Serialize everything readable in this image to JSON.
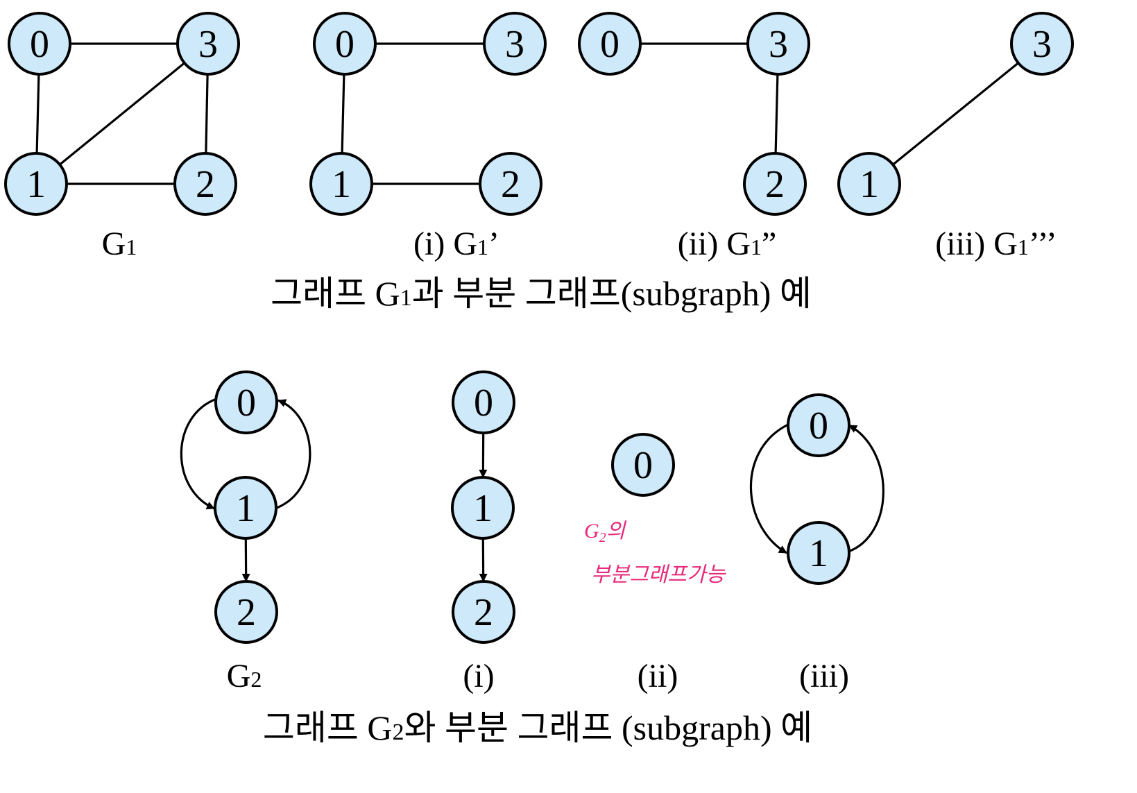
{
  "colors": {
    "node_fill": "#cde9fa",
    "stroke": "#000000",
    "annotation": "#e8287a"
  },
  "top": {
    "caption_pre": "그래프 G",
    "caption_sub": "1",
    "caption_post": "과 부분 그래프(subgraph) 예",
    "labels": [
      {
        "pre": "G",
        "sub": "1",
        "post": ""
      },
      {
        "pre": "(i) G",
        "sub": "1",
        "post": "’"
      },
      {
        "pre": "(ii) G",
        "sub": "1",
        "post": "”"
      },
      {
        "pre": "(iii) G",
        "sub": "1",
        "post": "’’’"
      }
    ]
  },
  "bottom": {
    "caption_pre": "그래프 G",
    "caption_sub": "2",
    "caption_post": "와 부분 그래프 (subgraph) 예",
    "labels": [
      {
        "pre": "G",
        "sub": "2",
        "post": ""
      },
      {
        "pre": "(i)",
        "sub": "",
        "post": ""
      },
      {
        "pre": "(ii)",
        "sub": "",
        "post": ""
      },
      {
        "pre": "(iii)",
        "sub": "",
        "post": ""
      }
    ]
  },
  "annotation": {
    "line1_pre": "G",
    "line1_sub": "2",
    "line1_post": "의",
    "line2": "부분그래프가능"
  },
  "graphs": [
    {
      "id": "g1",
      "directed": false,
      "vertices": [
        "0",
        "1",
        "2",
        "3"
      ],
      "edges": [
        [
          "0",
          "3"
        ],
        [
          "0",
          "1"
        ],
        [
          "1",
          "3"
        ],
        [
          "3",
          "2"
        ],
        [
          "1",
          "2"
        ]
      ]
    },
    {
      "id": "g1-i",
      "directed": false,
      "vertices": [
        "0",
        "1",
        "2",
        "3"
      ],
      "edges": [
        [
          "0",
          "3"
        ],
        [
          "0",
          "1"
        ],
        [
          "1",
          "2"
        ]
      ]
    },
    {
      "id": "g1-ii",
      "directed": false,
      "vertices": [
        "0",
        "2",
        "3"
      ],
      "edges": [
        [
          "0",
          "3"
        ],
        [
          "3",
          "2"
        ]
      ]
    },
    {
      "id": "g1-iii",
      "directed": false,
      "vertices": [
        "1",
        "3"
      ],
      "edges": [
        [
          "1",
          "3"
        ]
      ]
    },
    {
      "id": "g2",
      "directed": true,
      "vertices": [
        "0",
        "1",
        "2"
      ],
      "edges": [
        [
          "0",
          "1"
        ],
        [
          "1",
          "0"
        ],
        [
          "1",
          "2"
        ]
      ]
    },
    {
      "id": "g2-i",
      "directed": true,
      "vertices": [
        "0",
        "1",
        "2"
      ],
      "edges": [
        [
          "0",
          "1"
        ],
        [
          "1",
          "2"
        ]
      ]
    },
    {
      "id": "g2-ii",
      "directed": true,
      "vertices": [
        "0"
      ],
      "edges": []
    },
    {
      "id": "g2-iii",
      "directed": true,
      "vertices": [
        "0",
        "1"
      ],
      "edges": [
        [
          "0",
          "1"
        ],
        [
          "1",
          "0"
        ]
      ]
    }
  ]
}
